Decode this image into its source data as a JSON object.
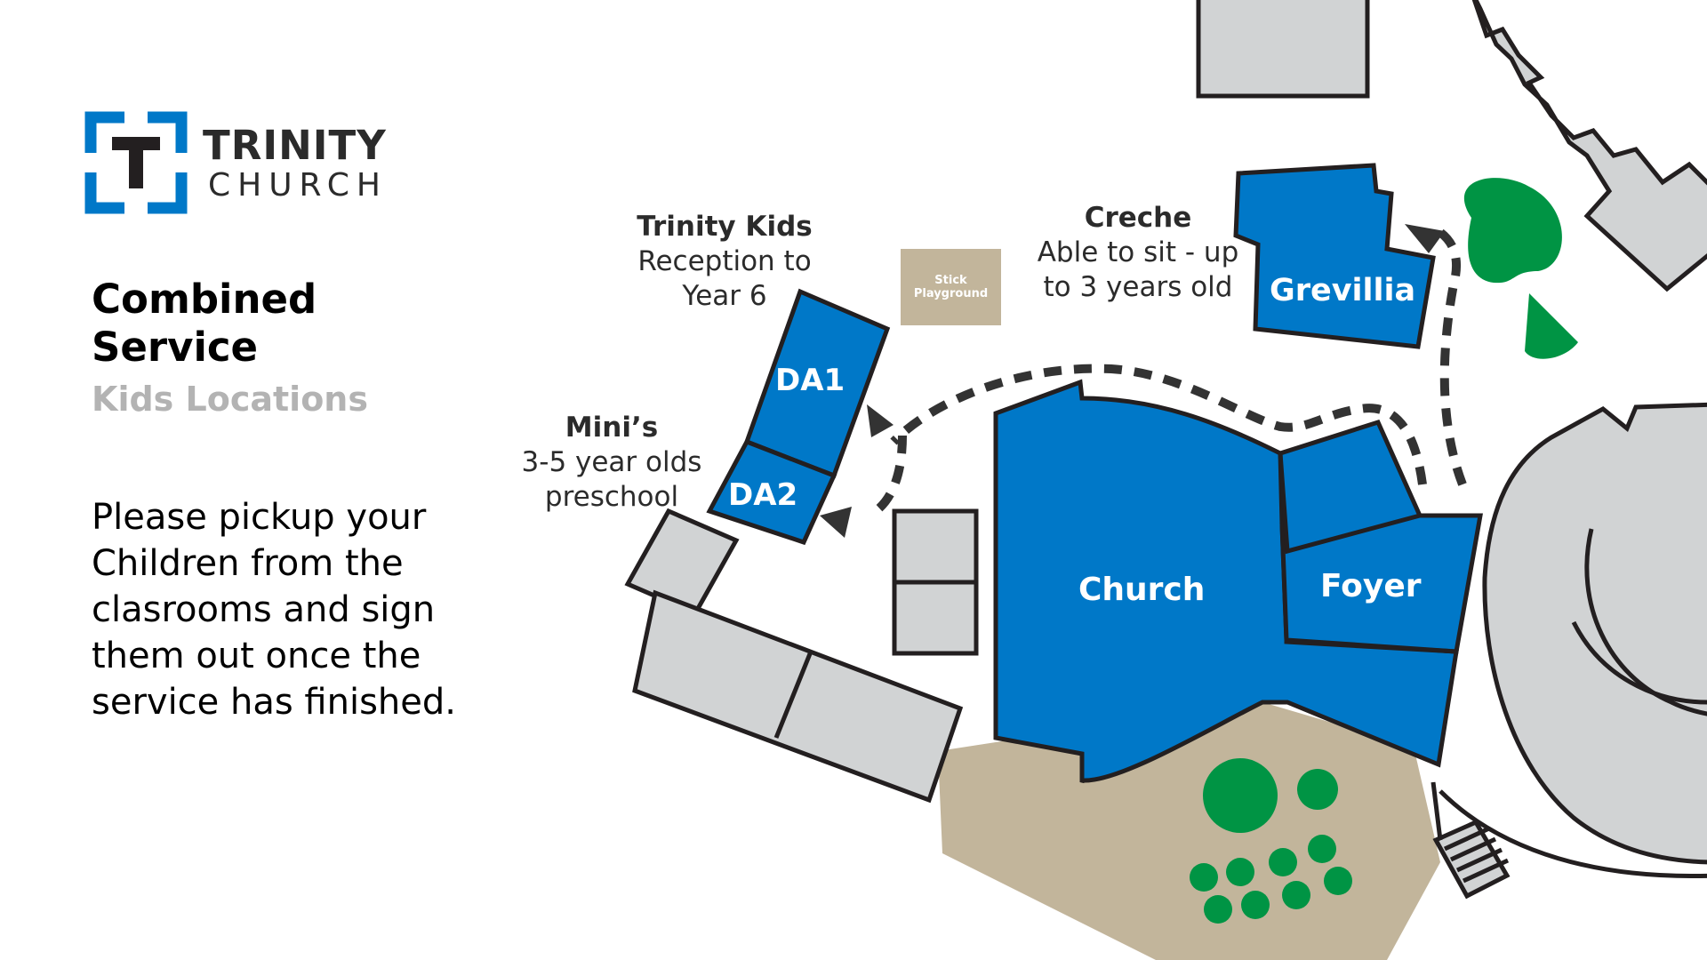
{
  "brand": {
    "name": "TRINITY",
    "sub": "CHURCH",
    "color": "#0078c8"
  },
  "title": "Combined Service",
  "subtitle": "Kids Locations",
  "notice": "Please pickup your Children from the clasrooms and sign them out once the service has finished.",
  "labels": {
    "trinity_kids": {
      "heading": "Trinity Kids",
      "line1": "Reception to",
      "line2": "Year 6"
    },
    "minis": {
      "heading": "Mini’s",
      "line1": "3-5 year olds",
      "line2": "preschool"
    },
    "creche": {
      "heading": "Creche",
      "line1": "Able to sit - up",
      "line2": "to 3 years old"
    }
  },
  "rooms": {
    "da1": "DA1",
    "da2": "DA2",
    "grevillia": "Grevillia",
    "church": "Church",
    "foyer": "Foyer"
  },
  "stick_playground": {
    "line1": "Stick",
    "line2": "Playground"
  },
  "colors": {
    "room_blue": "#0078c8",
    "building_grey": "#d1d3d4",
    "outline": "#231f20",
    "grounds": "#c2b59b",
    "trees": "#009444",
    "path": "#333333"
  }
}
